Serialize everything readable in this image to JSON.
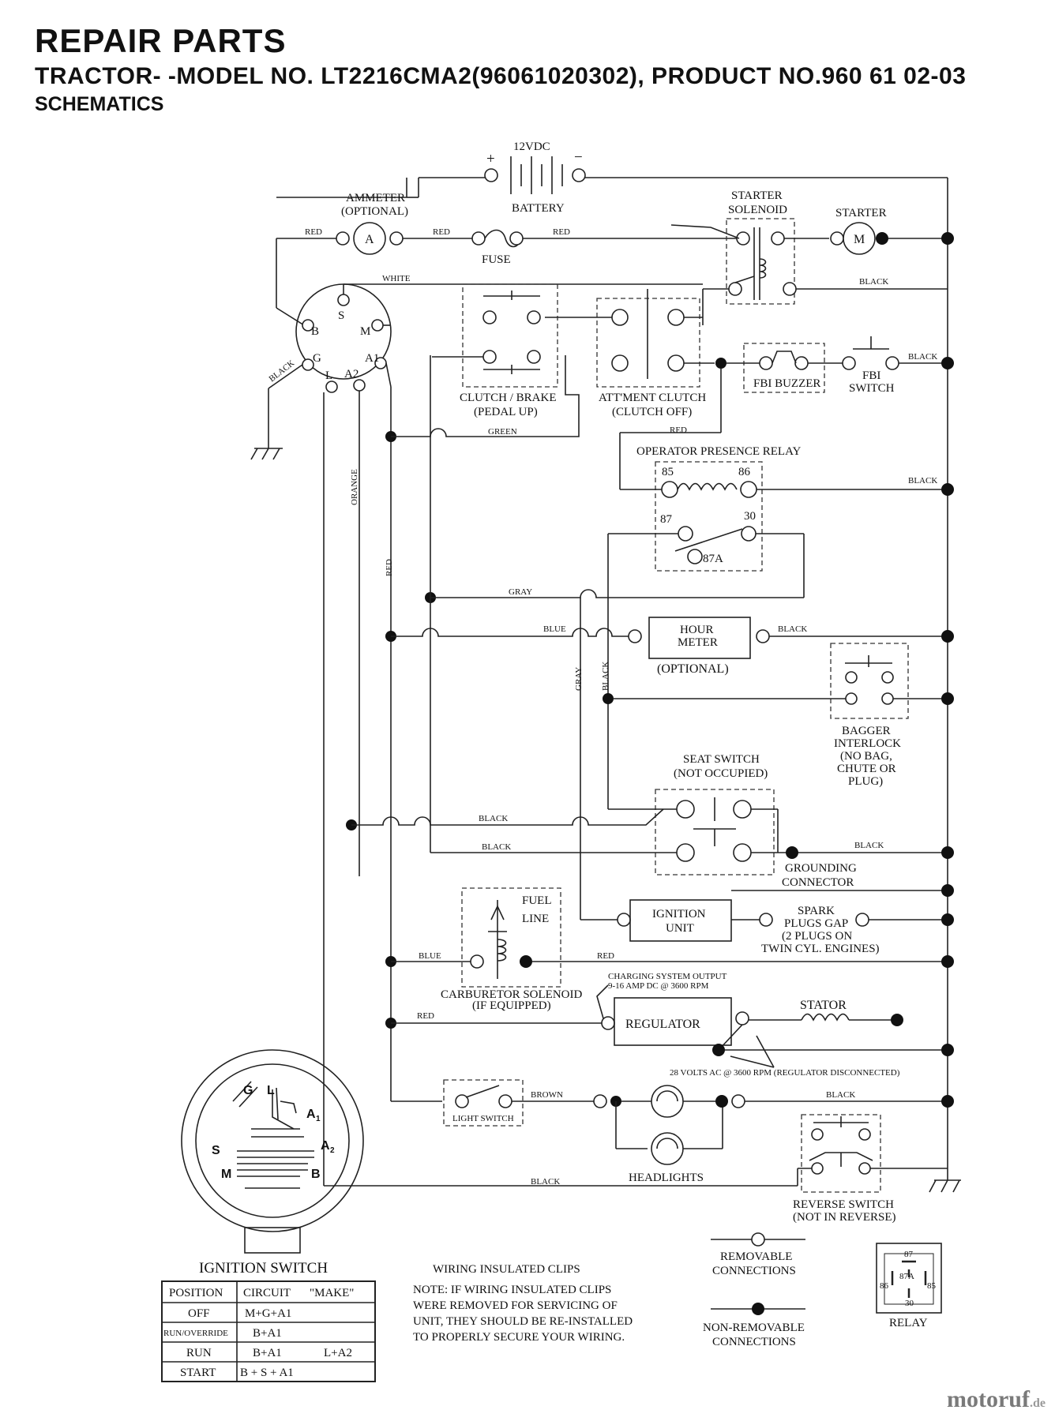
{
  "header": {
    "title": "REPAIR PARTS",
    "model_line": "TRACTOR- -MODEL NO. LT2216CMA2(96061020302), PRODUCT NO.960 61 02-03",
    "section": "SCHEMATICS"
  },
  "components": {
    "battery": {
      "voltage": "12VDC",
      "name": "BATTERY",
      "plus": "+",
      "minus": "−"
    },
    "ammeter": {
      "name": "AMMETER",
      "note": "(OPTIONAL)",
      "symbol": "A"
    },
    "fuse": "FUSE",
    "starter_solenoid": {
      "line1": "STARTER",
      "line2": "SOLENOID"
    },
    "starter": {
      "name": "STARTER",
      "symbol": "M"
    },
    "clutch_brake": {
      "line1": "CLUTCH / BRAKE",
      "line2": "(PEDAL UP)"
    },
    "attachment_clutch": {
      "line1": "ATT'MENT CLUTCH",
      "line2": "(CLUTCH OFF)"
    },
    "fbi_buzzer": "FBI BUZZER",
    "fbi_switch": {
      "line1": "FBI",
      "line2": "SWITCH"
    },
    "operator_relay": {
      "name": "OPERATOR PRESENCE RELAY",
      "t85": "85",
      "t86": "86",
      "t87": "87",
      "t30": "30",
      "t87a": "87A"
    },
    "hour_meter": {
      "line1": "HOUR",
      "line2": "METER",
      "note": "(OPTIONAL)"
    },
    "bagger_interlock": {
      "line1": "BAGGER",
      "line2": "INTERLOCK",
      "line3": "(NO BAG,",
      "line4": "CHUTE OR",
      "line5": "PLUG)"
    },
    "seat_switch": {
      "line1": "SEAT SWITCH",
      "line2": "(NOT OCCUPIED)"
    },
    "grounding_connector": {
      "line1": "GROUNDING",
      "line2": "CONNECTOR"
    },
    "fuel_line": {
      "line1": "FUEL",
      "line2": "LINE"
    },
    "ignition_unit": {
      "line1": "IGNITION",
      "line2": "UNIT"
    },
    "spark_plugs": {
      "line1": "SPARK",
      "line2": "PLUGS GAP",
      "line3": "(2 PLUGS ON",
      "line4": "TWIN CYL. ENGINES)"
    },
    "carb_solenoid": {
      "line1": "CARBURETOR SOLENOID",
      "line2": "(IF EQUIPPED)"
    },
    "charging_output": {
      "line1": "CHARGING SYSTEM OUTPUT",
      "line2": "9-16 AMP DC @ 3600 RPM"
    },
    "regulator": "REGULATOR",
    "stator": "STATOR",
    "ac_note": "28 VOLTS AC @ 3600 RPM (REGULATOR DISCONNECTED)",
    "light_switch": "LIGHT SWITCH",
    "headlights": "HEADLIGHTS",
    "reverse_switch": {
      "line1": "REVERSE SWITCH",
      "line2": "(NOT IN REVERSE)"
    },
    "ignition_terminals": {
      "s": "S",
      "b": "B",
      "m": "M",
      "g": "G",
      "l": "L",
      "a1": "A1",
      "a2": "A2"
    }
  },
  "wires": {
    "red": "RED",
    "white": "WHITE",
    "black": "BLACK",
    "green": "GREEN",
    "orange": "ORANGE",
    "gray": "GRAY",
    "blue": "BLUE",
    "brown": "BROWN"
  },
  "ignition_switch": {
    "title": "IGNITION SWITCH",
    "face": {
      "g": "G",
      "l": "L",
      "a1": "A",
      "a1_sub": "1",
      "s": "S",
      "a2": "A",
      "a2_sub": "2",
      "m": "M",
      "b": "B"
    },
    "table": {
      "headers": [
        "POSITION",
        "CIRCUIT",
        "\"MAKE\""
      ],
      "rows": [
        {
          "position": "OFF",
          "circuit": "M+G+A1",
          "extra": ""
        },
        {
          "position": "RUN/OVERRIDE",
          "circuit": "B+A1",
          "extra": ""
        },
        {
          "position": "RUN",
          "circuit": "B+A1",
          "extra": "L+A2"
        },
        {
          "position": "START",
          "circuit": "B + S + A1",
          "extra": ""
        }
      ]
    }
  },
  "notes": {
    "clips_title": "WIRING INSULATED CLIPS",
    "clips_lines": [
      "NOTE:  IF WIRING INSULATED CLIPS",
      "WERE REMOVED FOR SERVICING OF",
      " UNIT, THEY SHOULD BE RE-INSTALLED",
      "TO PROPERLY SECURE YOUR WIRING."
    ]
  },
  "legend": {
    "removable": {
      "line1": "REMOVABLE",
      "line2": "CONNECTIONS"
    },
    "non_removable": {
      "line1": "NON-REMOVABLE",
      "line2": "CONNECTIONS"
    },
    "relay": {
      "name": "RELAY",
      "t87": "87",
      "t87a": "87A",
      "t86": "86",
      "t85": "85",
      "t30": "30"
    }
  },
  "watermark": {
    "brand": "motoruf",
    "tld": ".de"
  }
}
